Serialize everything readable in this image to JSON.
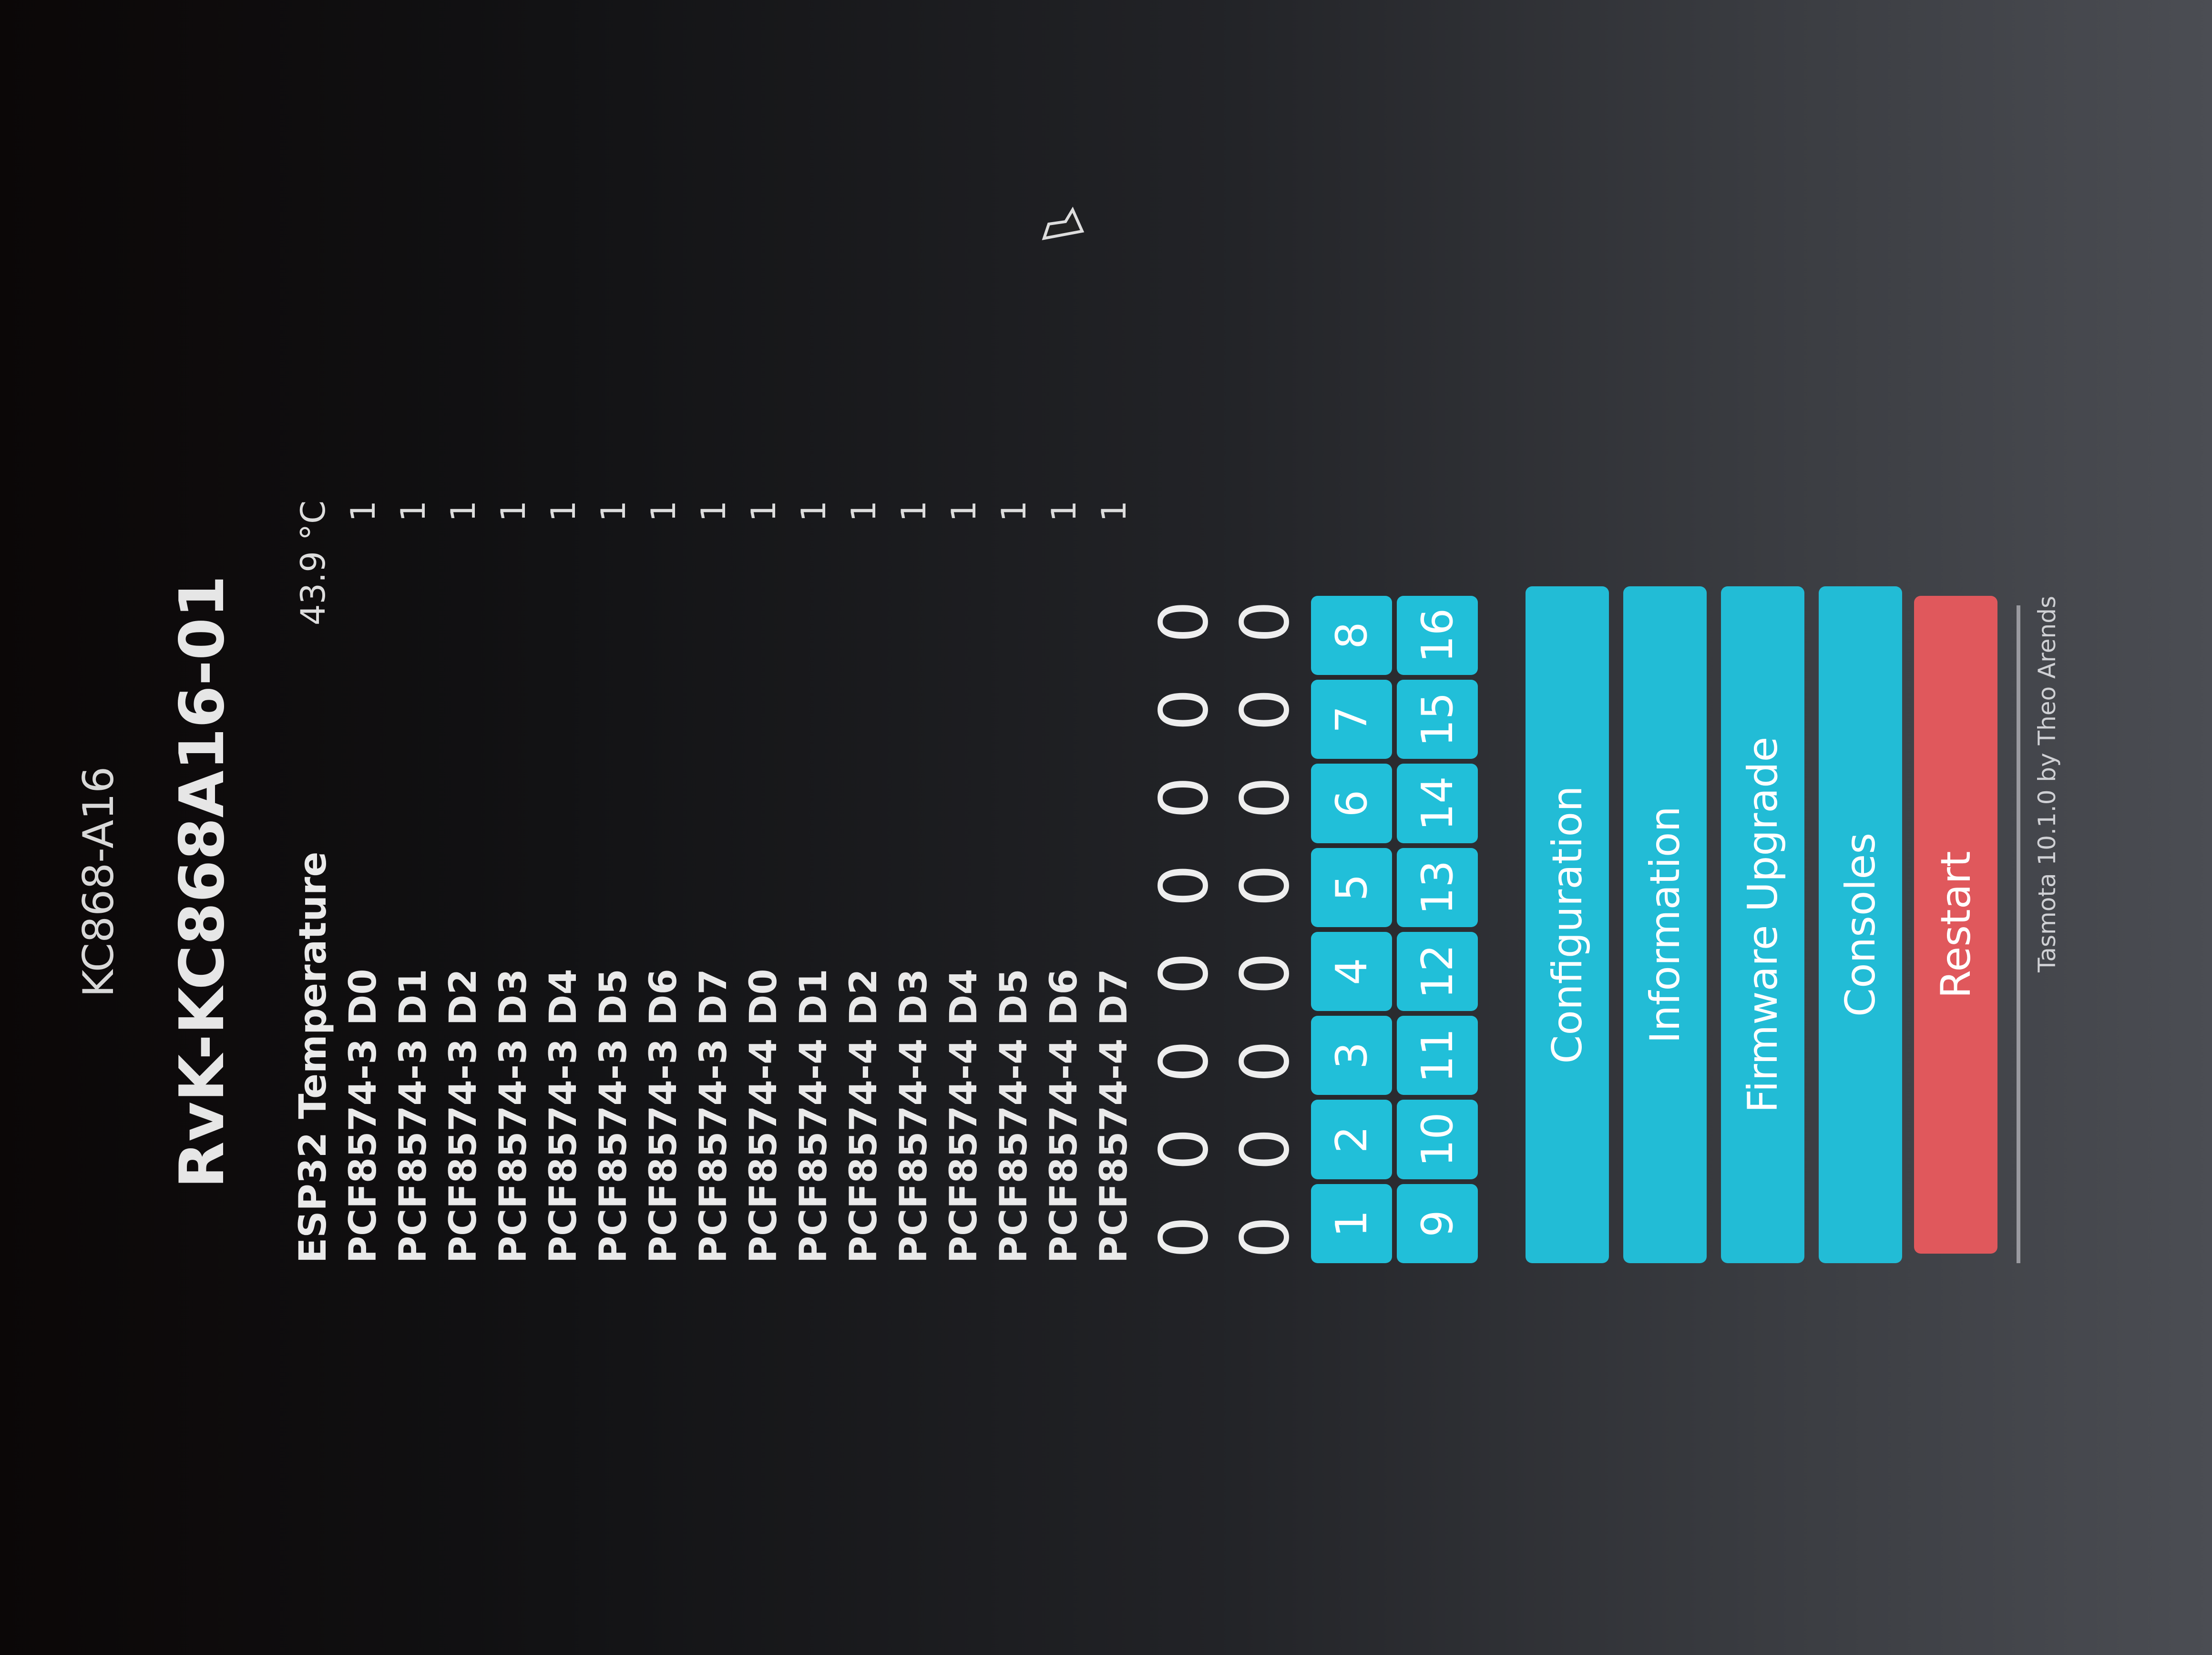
{
  "header": {
    "module": "KC868-A16",
    "device_name": "RvK-KC868A16-01"
  },
  "sensors": [
    {
      "label": "ESP32 Temperature",
      "value": "43.9 °C"
    },
    {
      "label": "PCF8574-3 D0",
      "value": "1"
    },
    {
      "label": "PCF8574-3 D1",
      "value": "1"
    },
    {
      "label": "PCF8574-3 D2",
      "value": "1"
    },
    {
      "label": "PCF8574-3 D3",
      "value": "1"
    },
    {
      "label": "PCF8574-3 D4",
      "value": "1"
    },
    {
      "label": "PCF8574-3 D5",
      "value": "1"
    },
    {
      "label": "PCF8574-3 D6",
      "value": "1"
    },
    {
      "label": "PCF8574-3 D7",
      "value": "1"
    },
    {
      "label": "PCF8574-4 D0",
      "value": "1"
    },
    {
      "label": "PCF8574-4 D1",
      "value": "1"
    },
    {
      "label": "PCF8574-4 D2",
      "value": "1"
    },
    {
      "label": "PCF8574-4 D3",
      "value": "1"
    },
    {
      "label": "PCF8574-4 D4",
      "value": "1"
    },
    {
      "label": "PCF8574-4 D5",
      "value": "1"
    },
    {
      "label": "PCF8574-4 D6",
      "value": "1"
    },
    {
      "label": "PCF8574-4 D7",
      "value": "1"
    }
  ],
  "relay_states": [
    [
      "0",
      "0",
      "0",
      "0",
      "0",
      "0",
      "0",
      "0"
    ],
    [
      "0",
      "0",
      "0",
      "0",
      "0",
      "0",
      "0",
      "0"
    ]
  ],
  "toggle_buttons": [
    [
      "1",
      "2",
      "3",
      "4",
      "5",
      "6",
      "7",
      "8"
    ],
    [
      "9",
      "10",
      "11",
      "12",
      "13",
      "14",
      "15",
      "16"
    ]
  ],
  "menu": {
    "configuration": "Configuration",
    "information": "Information",
    "firmware_upgrade": "Firmware Upgrade",
    "consoles": "Consoles",
    "restart": "Restart"
  },
  "footer": "Tasmota 10.1.0 by Theo Arends",
  "colors": {
    "button": "#22bcd6",
    "restart": "#e0585c"
  }
}
